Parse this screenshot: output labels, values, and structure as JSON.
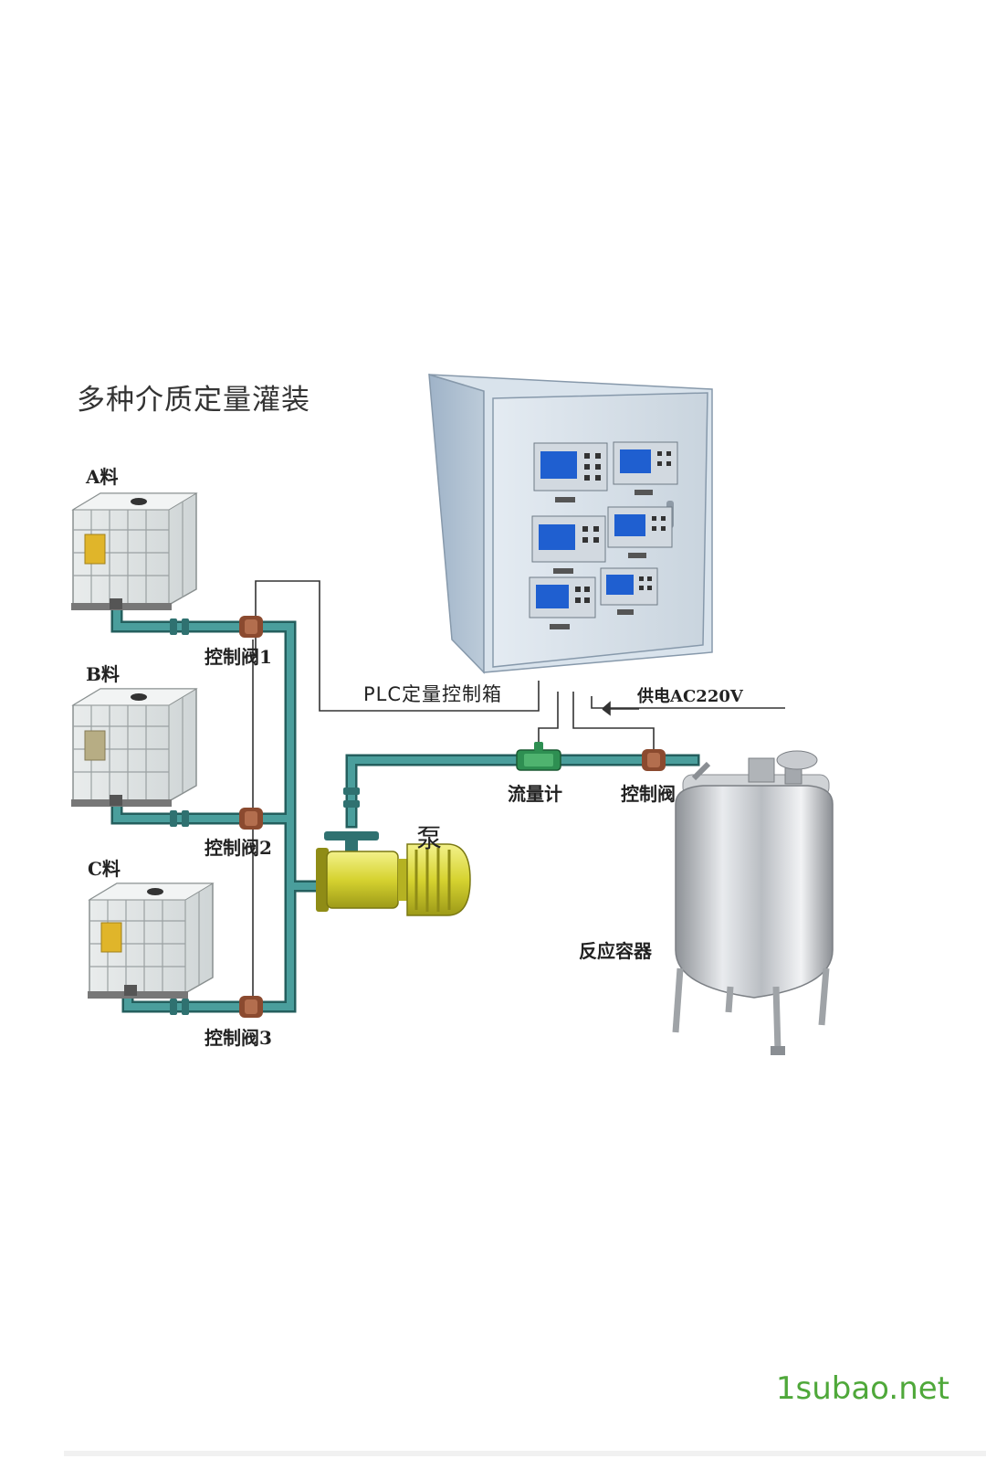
{
  "title": "多种介质定量灌装",
  "tanks": [
    {
      "label": "A料"
    },
    {
      "label": "B料"
    },
    {
      "label": "C料"
    }
  ],
  "valves": [
    {
      "label": "控制阀1"
    },
    {
      "label": "控制阀2"
    },
    {
      "label": "控制阀3"
    }
  ],
  "plc_box_label": "PLC定量控制箱",
  "power_label": "供电AC220V",
  "flowmeter_label": "流量计",
  "outlet_valve_label": "控制阀",
  "pump_label": "泵",
  "reactor_label": "反应容器",
  "watermark": "1subao.net",
  "colors": {
    "pipe": "#3e8b8a",
    "pipe_dark": "#245f5e",
    "cabinet": "#c9d6e2",
    "screen": "#1f5fd0",
    "pump": "#d9d63a",
    "valve": "#8b4a2f",
    "steel": "#c7c9cc",
    "watermark": "#4fa83a"
  }
}
